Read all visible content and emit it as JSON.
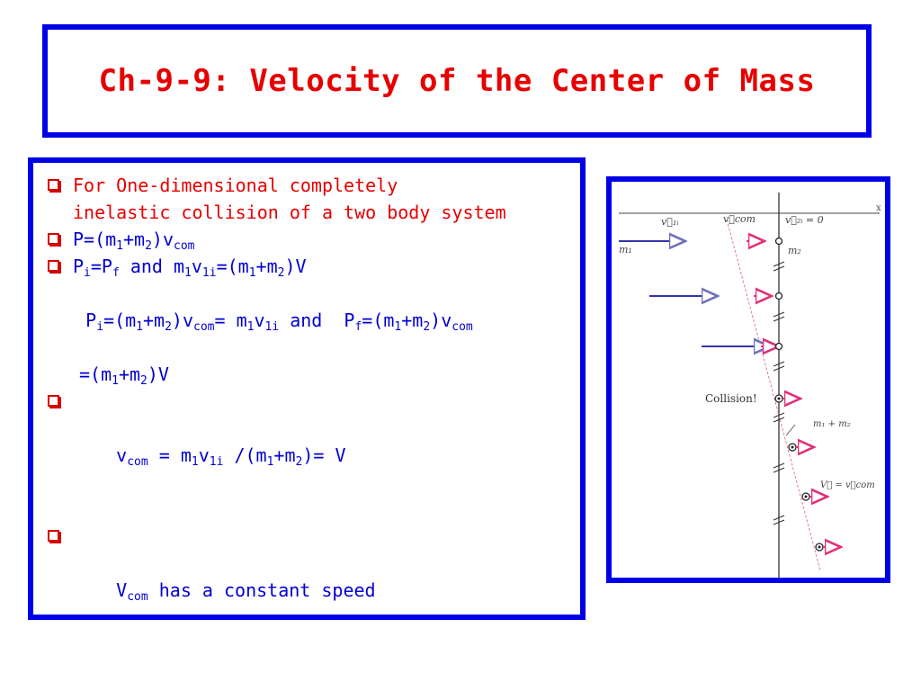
{
  "title": "Ch-9-9: Velocity of the Center of Mass",
  "content": {
    "b1_line1": "For One-dimensional completely",
    "b1_line2": "inelastic collision of a two body system",
    "b2": {
      "a": "P=(m",
      "b": "1",
      "c": "+m",
      "d": "2",
      "e": ")v",
      "f": "com"
    },
    "b3": {
      "a": "P",
      "b": "i",
      "c": "=P",
      "d": "f",
      "e": " and m",
      "f": "1",
      "g": "v",
      "h": "1i",
      "i": "=(m",
      "j": "1",
      "k": "+m",
      "l": "2",
      "m": ")V"
    },
    "l4": {
      "a": "P",
      "b": "i",
      "c": "=(m",
      "d": "1",
      "e": "+m",
      "f": "2",
      "g": ")v",
      "h": "com",
      "i": "= m",
      "j": "1",
      "k": "v",
      "l": "1i",
      "m": " and  P",
      "n": "f",
      "o": "=(m",
      "p": "1",
      "q": "+m",
      "r": "2",
      "s": ")v",
      "t": "com"
    },
    "l5": {
      "a": "=(m",
      "b": "1",
      "c": "+m",
      "d": "2",
      "e": ")V"
    },
    "b6": {
      "a": "v",
      "b": "com",
      "c": " = m",
      "d": "1",
      "e": "v",
      "f": "1i",
      "g": " /(m",
      "h": "1",
      "i": "+m",
      "j": "2",
      "k": ")= V"
    },
    "b7": {
      "a": "V",
      "b": "com",
      "c": " has a constant speed"
    }
  },
  "figure": {
    "axis_label": "x",
    "v1i_label": "v⃗₁ᵢ",
    "vcom_label": "v⃗com",
    "v2i_label": "v⃗₂ᵢ = 0",
    "m1_label": "m₁",
    "m2_label": "m₂",
    "collision_label": "Collision!",
    "m1m2_label": "m₁ + m₂",
    "V_label": "V⃗ = v⃗com"
  }
}
